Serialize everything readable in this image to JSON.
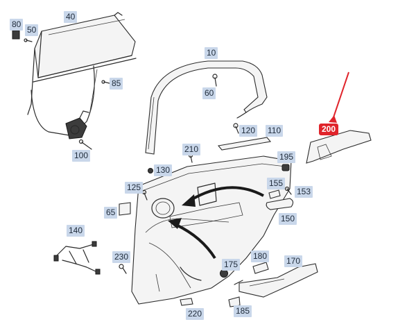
{
  "callouts": {
    "c80": "80",
    "c50": "50",
    "c40": "40",
    "c85": "85",
    "c10": "10",
    "c60": "60",
    "c100": "100",
    "c120": "120",
    "c110": "110",
    "c200": "200",
    "c210": "210",
    "c195": "195",
    "c130": "130",
    "c125": "125",
    "c155": "155",
    "c153": "153",
    "c65": "65",
    "c150": "150",
    "c140": "140",
    "c230": "230",
    "c175": "175",
    "c180": "180",
    "c170": "170",
    "c220": "220",
    "c185": "185"
  },
  "colors": {
    "callout_bg": "#c9d7ea",
    "highlight_bg": "#e0242b",
    "highlight_arrow": "#e0242b",
    "line": "#2a2a2a"
  }
}
